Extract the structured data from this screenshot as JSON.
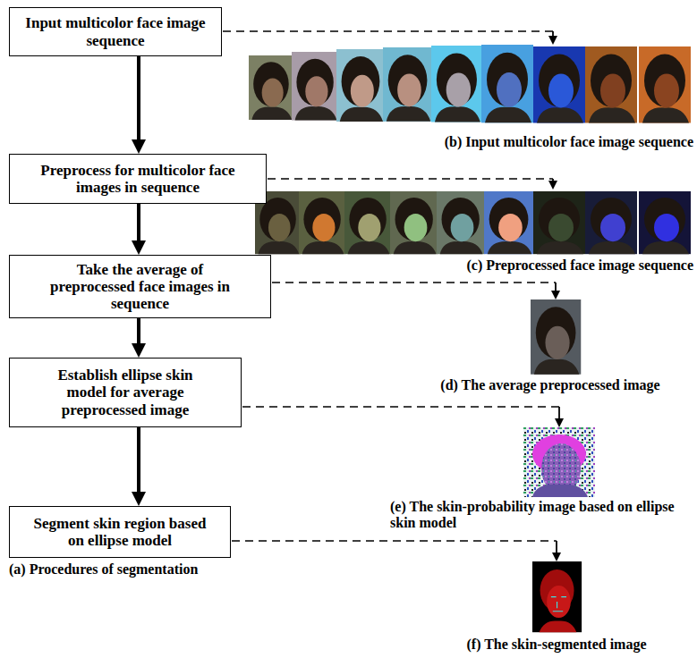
{
  "diagram": {
    "nodes": [
      {
        "text": [
          "Input multicolor face image sequence"
        ]
      },
      {
        "text": [
          "Preprocess for multicolor face images in sequence"
        ]
      },
      {
        "text": [
          "Take the average of preprocessed face images in sequence"
        ]
      },
      {
        "text": [
          "Establish ellipse skin model for average preprocessed image"
        ]
      },
      {
        "text": [
          "Segment skin region based on ellipse model"
        ]
      }
    ],
    "edges": [
      {
        "from": 0,
        "to": 1,
        "arrow": "to"
      },
      {
        "from": 1,
        "to": 2,
        "arrow": "to"
      },
      {
        "from": 2,
        "to": 3,
        "arrow": "to"
      },
      {
        "from": 3,
        "to": 4,
        "arrow": "to"
      }
    ],
    "labels": [
      "(b) Input multicolor face image sequence",
      "(c) Preprocessed face image sequence",
      "(d) The average preprocessed image",
      "(e) The skin-probability image based on ellipse skin model",
      "(f) The skin-segmented image",
      "(a) Procedures of segmentation"
    ]
  }
}
